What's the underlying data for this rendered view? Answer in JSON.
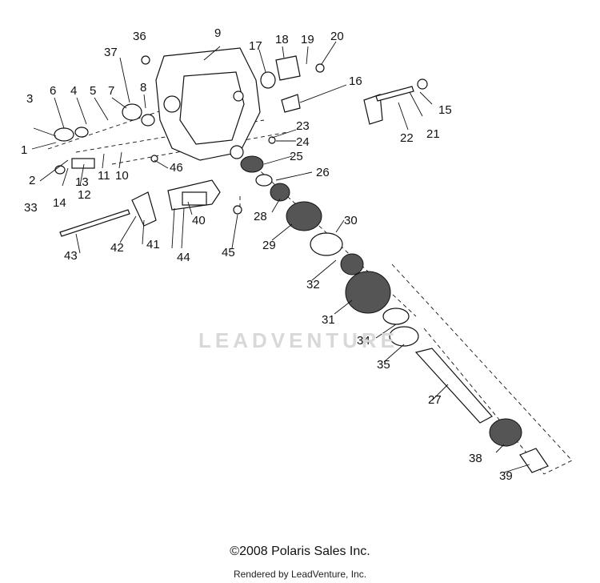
{
  "diagram": {
    "callouts": [
      "1",
      "2",
      "3",
      "4",
      "5",
      "6",
      "7",
      "8",
      "9",
      "10",
      "11",
      "12",
      "13",
      "14",
      "15",
      "16",
      "17",
      "18",
      "19",
      "20",
      "21",
      "22",
      "23",
      "24",
      "25",
      "26",
      "27",
      "28",
      "29",
      "30",
      "31",
      "32",
      "33",
      "34",
      "35",
      "36",
      "37",
      "38",
      "39",
      "40",
      "41",
      "42",
      "43",
      "44",
      "45",
      "46"
    ]
  },
  "footer": {
    "copyright": "©2008 Polaris Sales Inc.",
    "rendered_by": "Rendered by LeadVenture, Inc."
  },
  "watermark": {
    "text": "LEADVENTURE"
  }
}
